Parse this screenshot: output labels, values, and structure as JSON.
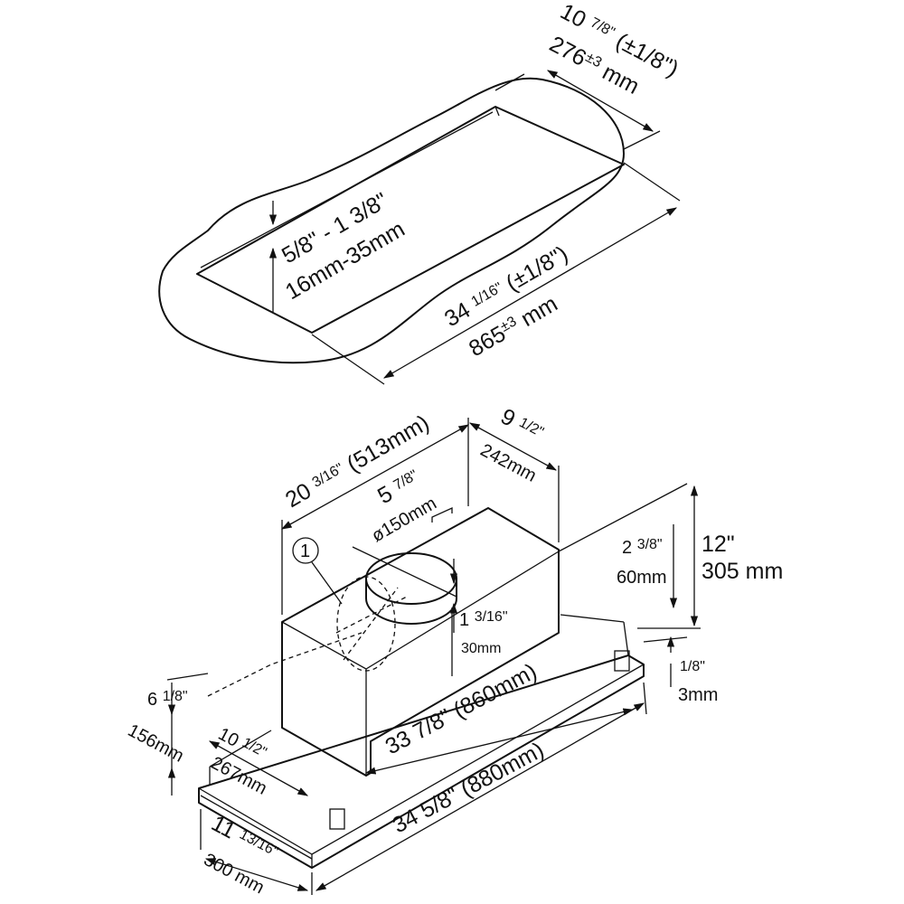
{
  "cutout": {
    "depth_whole": "10",
    "depth_frac": "7/8\"",
    "depth_tol": "(±1/8\")",
    "depth_mm": "276",
    "depth_mm_tol": "±3",
    "depth_mm_unit": "mm",
    "thickness_in": "5/8\" - 1 3/8\"",
    "thickness_mm": "16mm-35mm",
    "width_whole": "34",
    "width_frac": "1/16\"",
    "width_tol": "(±1/8\")",
    "width_mm": "865",
    "width_mm_tol": "±3",
    "width_mm_unit": "mm"
  },
  "hood": {
    "motor_depth_whole": "9",
    "motor_depth_frac": "1/2\"",
    "motor_depth_mm": "242mm",
    "motor_width_whole": "20",
    "motor_width_frac": "3/16\"",
    "motor_width_mm": "(513mm)",
    "duct_whole": "5",
    "duct_frac": "7/8\"",
    "duct_mm": "ø150mm",
    "callout": "1",
    "height_in": "12\"",
    "height_mm": "305 mm",
    "collar_whole": "2",
    "collar_frac": "3/8\"",
    "collar_mm": "60mm",
    "offset_whole": "1",
    "offset_frac": "3/16\"",
    "offset_mm": "30mm",
    "lip_in": "1/8\"",
    "lip_mm": "3mm",
    "body_width": "33 7/8\" (860mm)",
    "front_whole": "6",
    "front_frac": "1/8\"",
    "front_mm": "156mm",
    "side_whole": "10",
    "side_frac": "1/2\"",
    "side_mm": "267mm",
    "panel_width": "34 5/8\" (880mm)",
    "panel_depth_whole": "11",
    "panel_depth_frac": "13/16\"",
    "panel_depth_mm": "300 mm"
  }
}
